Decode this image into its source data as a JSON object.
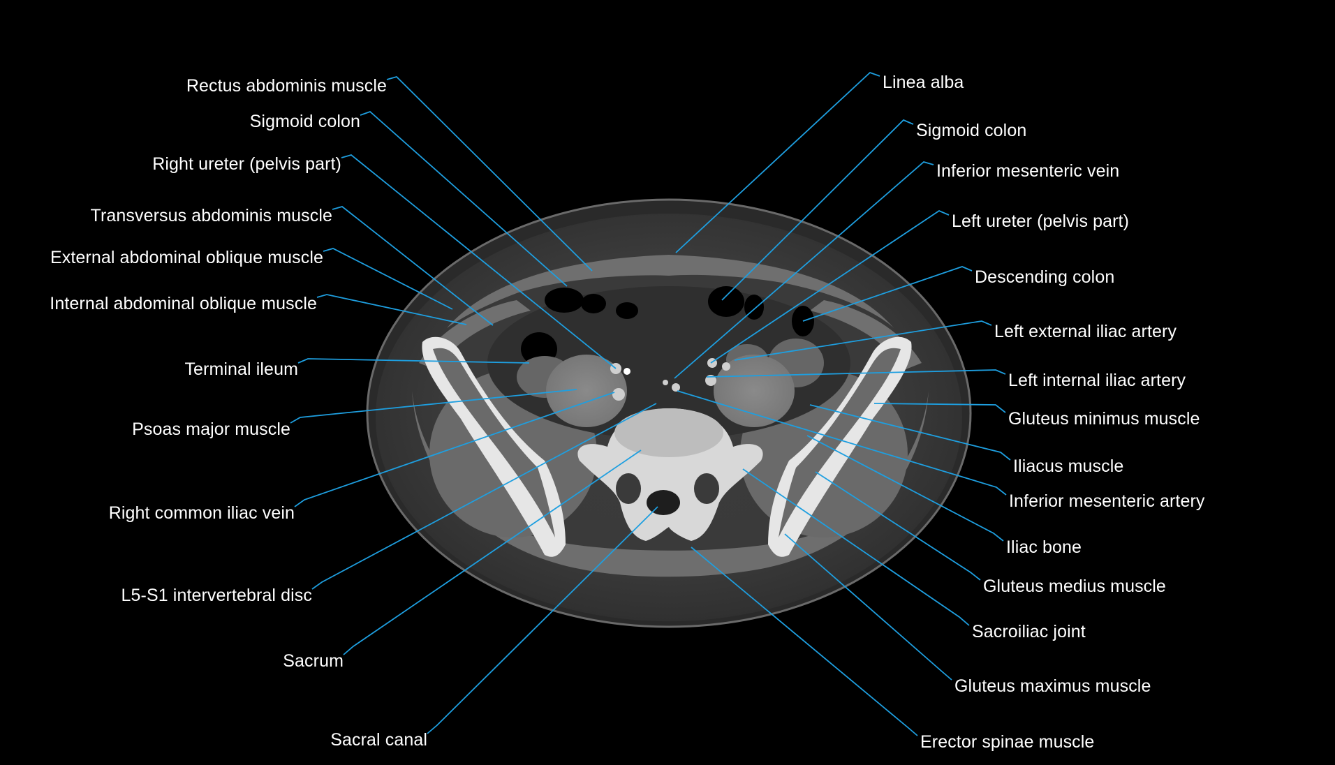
{
  "colors": {
    "background": "#000000",
    "leader": "#1e9fe0",
    "text": "#ffffff"
  },
  "labels_left": [
    "Rectus abdominis muscle",
    "Sigmoid colon",
    "Right ureter (pelvis part)",
    "Transversus abdominis muscle",
    "External abdominal oblique muscle",
    "Internal abdominal oblique muscle",
    "Terminal ileum",
    "Psoas major muscle",
    "Right common iliac vein",
    "L5-S1 intervertebral disc",
    "Sacrum",
    "Sacral canal"
  ],
  "labels_right": [
    "Linea alba",
    "Sigmoid colon",
    "Inferior mesenteric vein",
    "Left ureter (pelvis part)",
    "Descending colon",
    "Left external iliac artery",
    "Left internal iliac artery",
    "Gluteus minimus muscle",
    "Iliacus muscle",
    "Inferior mesenteric artery",
    "Iliac bone",
    "Gluteus medius muscle",
    "Sacroiliac joint",
    "Gluteus maximus muscle",
    "Erector spinae muscle"
  ]
}
